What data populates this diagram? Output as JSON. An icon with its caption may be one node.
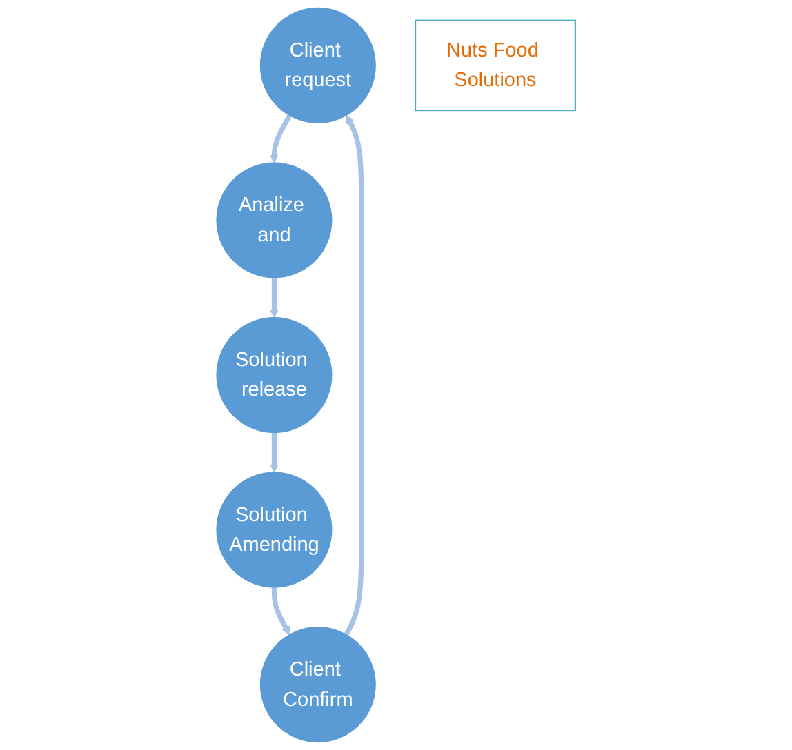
{
  "diagram": {
    "nodes": [
      {
        "text": [
          "Client request"
        ]
      },
      {
        "text": [
          "Analize and"
        ]
      },
      {
        "text": [
          "Solution release"
        ]
      },
      {
        "text": [
          "Solution Amending"
        ]
      },
      {
        "text": [
          "Client Confirm"
        ]
      },
      {
        "text": [
          "Nuts Food Solutions"
        ]
      }
    ],
    "edges": [
      {
        "from": 0,
        "to": 1,
        "arrow": "to"
      },
      {
        "from": 1,
        "to": 2,
        "arrow": "to"
      },
      {
        "from": 2,
        "to": 3,
        "arrow": "to"
      },
      {
        "from": 3,
        "to": 4,
        "arrow": "to"
      },
      {
        "from": 4,
        "to": 0,
        "arrow": "to"
      }
    ]
  }
}
